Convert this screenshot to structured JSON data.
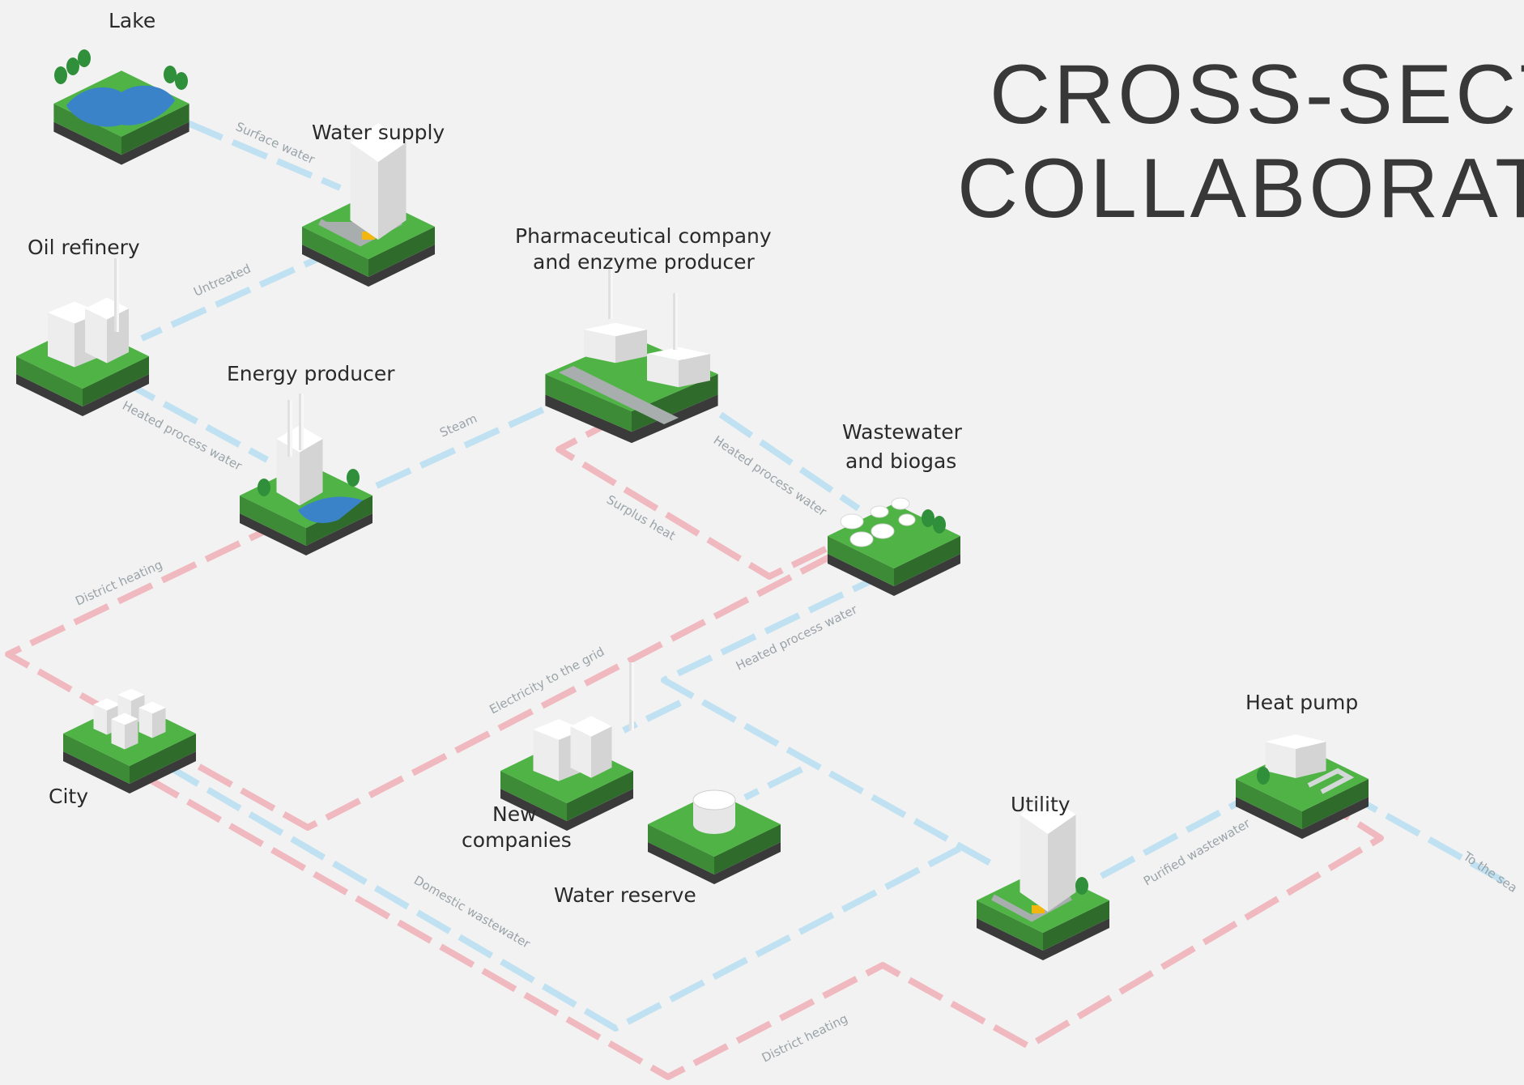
{
  "title": {
    "line1": "CROSS-SECT",
    "line2": "COLLABORAT"
  },
  "nodes": {
    "lake": "Lake",
    "water_supply": "Water supply",
    "oil_refinery": "Oil refinery",
    "energy_producer": "Energy producer",
    "pharma_line1": "Pharmaceutical company",
    "pharma_line2": "and enzyme producer",
    "wastewater_line1": "Wastewater",
    "wastewater_line2": "and biogas",
    "city": "City",
    "new_companies_line1": "New",
    "new_companies_line2": "companies",
    "water_reserve": "Water reserve",
    "utility": "Utility",
    "heat_pump": "Heat pump"
  },
  "flows": {
    "surface_water": "Surface water",
    "untreated_water": "Untreated",
    "heated_process_water_1": "Heated process water",
    "steam": "Steam",
    "heated_process_water_2": "Heated process water",
    "surplus_heat": "Surplus heat",
    "district_heating_1": "District heating",
    "electricity_to_grid": "Electricity to the grid",
    "heated_process_water_3": "Heated process water",
    "domestic_wastewater": "Domestic wastewater",
    "district_heating_2": "District heating",
    "purified_wastewater": "Purified wastewater",
    "to_the_sea": "To the sea"
  },
  "colors": {
    "background": "#f2f2f2",
    "water_pipe": "#bfe1f1",
    "heat_pipe": "#f0b9bf",
    "grass": "#4fb445",
    "lake_water": "#3a83c9"
  }
}
